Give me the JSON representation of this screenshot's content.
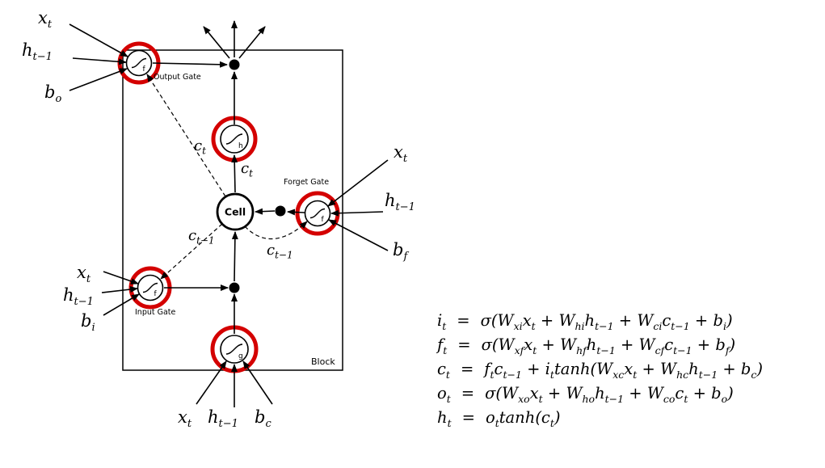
{
  "colors": {
    "highlight": "#d40000",
    "ink": "#000000",
    "background": "#ffffff"
  },
  "diagram": {
    "block_label": "Block",
    "cell_label": "Cell",
    "gates": {
      "output": "Output Gate",
      "input": "Input Gate",
      "forget": "Forget Gate"
    },
    "nodes": {
      "output_activation": "f",
      "output_squash": "h",
      "forget_activation": "f",
      "input_activation": "f",
      "input_squash": "g"
    },
    "vars": {
      "x": {
        "base": "x",
        "sub": "t"
      },
      "h_prev": {
        "base": "h",
        "sub": "t−1"
      },
      "b_o": {
        "base": "b",
        "sub": "o"
      },
      "b_f": {
        "base": "b",
        "sub": "f"
      },
      "b_i": {
        "base": "b",
        "sub": "i"
      },
      "b_c": {
        "base": "b",
        "sub": "c"
      },
      "c_t": {
        "base": "c",
        "sub": "t"
      },
      "c_prev": {
        "base": "c",
        "sub": "t−1"
      }
    }
  },
  "equations": {
    "equals": "=",
    "lines": [
      {
        "name": "input-gate",
        "lhs": [
          {
            "b": "i",
            "s": "t"
          }
        ],
        "rhs": [
          "σ(",
          {
            "b": "W",
            "s": "xi"
          },
          {
            "b": "x",
            "s": "t"
          },
          " + ",
          {
            "b": "W",
            "s": "hi"
          },
          {
            "b": "h",
            "s": "t−1"
          },
          " + ",
          {
            "b": "W",
            "s": "ci"
          },
          {
            "b": "c",
            "s": "t−1"
          },
          " + ",
          {
            "b": "b",
            "s": "i"
          },
          ")"
        ]
      },
      {
        "name": "forget-gate",
        "lhs": [
          {
            "b": "f",
            "s": "t"
          }
        ],
        "rhs": [
          "σ(",
          {
            "b": "W",
            "s": "xf"
          },
          {
            "b": "x",
            "s": "t"
          },
          " + ",
          {
            "b": "W",
            "s": "hf"
          },
          {
            "b": "h",
            "s": "t−1"
          },
          " + ",
          {
            "b": "W",
            "s": "cf"
          },
          {
            "b": "c",
            "s": "t−1"
          },
          " + ",
          {
            "b": "b",
            "s": "f"
          },
          ")"
        ]
      },
      {
        "name": "cell-state",
        "lhs": [
          {
            "b": "c",
            "s": "t"
          }
        ],
        "rhs": [
          {
            "b": "f",
            "s": "t"
          },
          {
            "b": "c",
            "s": "t−1"
          },
          " + ",
          {
            "b": "i",
            "s": "t"
          },
          {
            "b": "tanh"
          },
          "(",
          {
            "b": "W",
            "s": "xc"
          },
          {
            "b": "x",
            "s": "t"
          },
          " + ",
          {
            "b": "W",
            "s": "hc"
          },
          {
            "b": "h",
            "s": "t−1"
          },
          " + ",
          {
            "b": "b",
            "s": "c"
          },
          ")"
        ]
      },
      {
        "name": "output-gate",
        "lhs": [
          {
            "b": "o",
            "s": "t"
          }
        ],
        "rhs": [
          "σ(",
          {
            "b": "W",
            "s": "xo"
          },
          {
            "b": "x",
            "s": "t"
          },
          " + ",
          {
            "b": "W",
            "s": "ho"
          },
          {
            "b": "h",
            "s": "t−1"
          },
          " + ",
          {
            "b": "W",
            "s": "co"
          },
          {
            "b": "c",
            "s": "t"
          },
          " + ",
          {
            "b": "b",
            "s": "o"
          },
          ")"
        ]
      },
      {
        "name": "hidden-output",
        "lhs": [
          {
            "b": "h",
            "s": "t"
          }
        ],
        "rhs": [
          {
            "b": "o",
            "s": "t"
          },
          {
            "b": "tanh"
          },
          "(",
          {
            "b": "c",
            "s": "t"
          },
          ")"
        ]
      }
    ]
  }
}
